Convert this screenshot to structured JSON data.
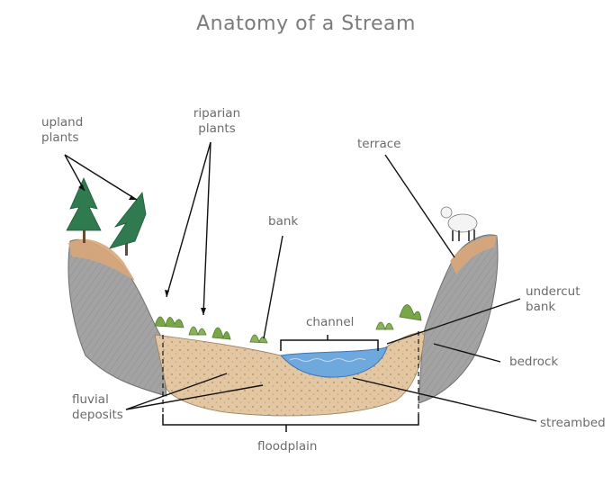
{
  "title": "Anatomy of a Stream",
  "labels": {
    "upland_plants": [
      "upland",
      "plants"
    ],
    "riparian_plants": [
      "riparian",
      "plants"
    ],
    "terrace": "terrace",
    "bank": "bank",
    "channel": "channel",
    "undercut_bank": [
      "undercut",
      "bank"
    ],
    "bedrock": "bedrock",
    "fluvial_deposits": [
      "fluvial",
      "deposits"
    ],
    "streambed": "streambed",
    "floodplain": "floodplain"
  },
  "colors": {
    "rock": "#9a9a9a",
    "rock_dark": "#6f6f6f",
    "sediment": "#e2c7a2",
    "soil_top": "#d9a679",
    "water": "#6fa8dc",
    "tree": "#2f7a4f",
    "shrub": "#7aa64a",
    "line": "#111111",
    "text": "#6b6b6b"
  }
}
